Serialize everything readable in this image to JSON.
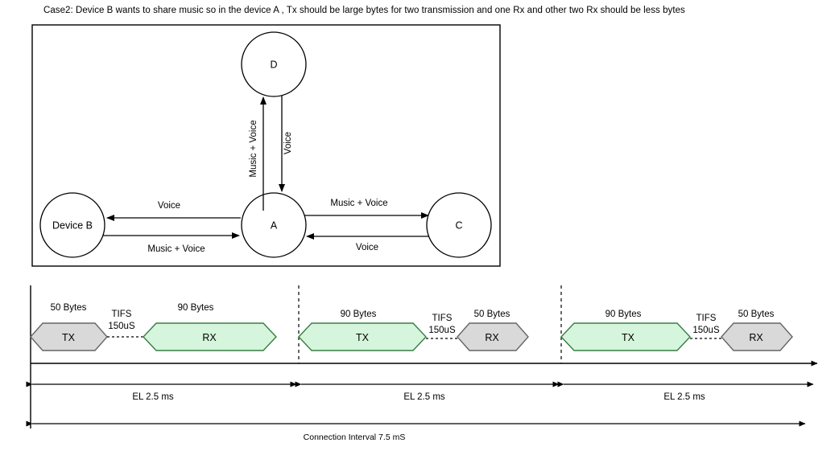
{
  "title": "Case2: Device B  wants to share music so in the device A , Tx should be large bytes for two transmission and one Rx and other two Rx should be less bytes",
  "colors": {
    "stroke": "#000000",
    "panel_border": "#000000",
    "tx_gray_fill": "#d9d9d9",
    "tx_gray_stroke": "#666666",
    "rx_green_fill": "#d5f5dd",
    "rx_green_stroke": "#3a7d44",
    "background": "#ffffff"
  },
  "network": {
    "nodes": [
      {
        "id": "B",
        "label": "Device B"
      },
      {
        "id": "A",
        "label": "A"
      },
      {
        "id": "C",
        "label": "C"
      },
      {
        "id": "D",
        "label": "D"
      }
    ],
    "edges": [
      {
        "from": "A",
        "to": "B",
        "label": "Voice"
      },
      {
        "from": "B",
        "to": "A",
        "label": "Music + Voice"
      },
      {
        "from": "A",
        "to": "C",
        "label": "Music + Voice"
      },
      {
        "from": "C",
        "to": "A",
        "label": "Voice"
      },
      {
        "from": "A",
        "to": "D",
        "label": "Music + Voice"
      },
      {
        "from": "D",
        "to": "A",
        "label": "Voice"
      }
    ]
  },
  "timing": {
    "segments": [
      {
        "first": {
          "type": "TX",
          "label": "TX",
          "bytes": "50 Bytes",
          "fill": "gray"
        },
        "gap": {
          "name": "TIFS",
          "value": "150uS"
        },
        "second": {
          "type": "RX",
          "label": "RX",
          "bytes": "90 Bytes",
          "fill": "green"
        },
        "duration": "EL 2.5 ms"
      },
      {
        "first": {
          "type": "TX",
          "label": "TX",
          "bytes": "90 Bytes",
          "fill": "green"
        },
        "gap": {
          "name": "TIFS",
          "value": "150uS"
        },
        "second": {
          "type": "RX",
          "label": "RX",
          "bytes": "50 Bytes",
          "fill": "gray"
        },
        "duration": "EL 2.5 ms"
      },
      {
        "first": {
          "type": "TX",
          "label": "TX",
          "bytes": "90 Bytes",
          "fill": "green"
        },
        "gap": {
          "name": "TIFS",
          "value": "150uS"
        },
        "second": {
          "type": "RX",
          "label": "RX",
          "bytes": "50 Bytes",
          "fill": "gray"
        },
        "duration": "EL 2.5 ms"
      }
    ],
    "connection_interval": "Connection Interval 7.5 mS"
  }
}
